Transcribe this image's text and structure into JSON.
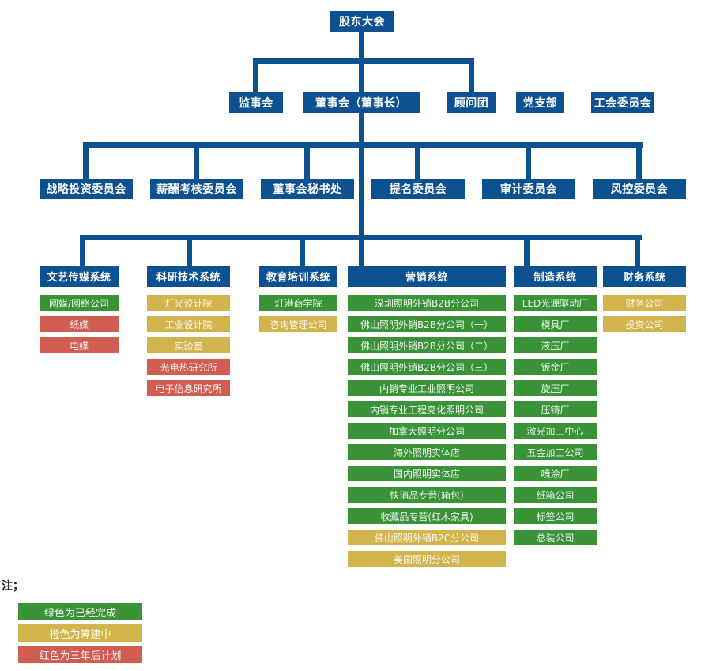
{
  "colors": {
    "blue": "#0d5191",
    "green": "#3b9339",
    "yellow": "#d2b44c",
    "red": "#d05c52"
  },
  "org": {
    "root": {
      "label": "股东大会"
    },
    "level2": [
      {
        "label": "监事会"
      },
      {
        "label": "董事会（董事长）"
      },
      {
        "label": "顾问团"
      },
      {
        "label": "党支部"
      },
      {
        "label": "工会委员会"
      }
    ],
    "committees": [
      {
        "label": "战略投资委员会"
      },
      {
        "label": "薪酬考核委员会"
      },
      {
        "label": "董事会秘书处"
      },
      {
        "label": "提名委员会"
      },
      {
        "label": "审计委员会"
      },
      {
        "label": "风控委员会"
      }
    ],
    "systems": [
      {
        "name": "文艺传媒系统",
        "children": [
          {
            "label": "网媒/网络公司",
            "status": "green"
          },
          {
            "label": "纸媒",
            "status": "red"
          },
          {
            "label": "电媒",
            "status": "red"
          }
        ]
      },
      {
        "name": "科研技术系统",
        "children": [
          {
            "label": "灯光设计院",
            "status": "yellow"
          },
          {
            "label": "工业设计院",
            "status": "yellow"
          },
          {
            "label": "实验室",
            "status": "yellow"
          },
          {
            "label": "光电热研究所",
            "status": "red"
          },
          {
            "label": "电子信息研究所",
            "status": "red"
          }
        ]
      },
      {
        "name": "教育培训系统",
        "children": [
          {
            "label": "灯港商学院",
            "status": "green"
          },
          {
            "label": "咨询管理公司",
            "status": "yellow"
          }
        ]
      },
      {
        "name": "营销系统",
        "children": [
          {
            "label": "深圳照明外销B2B分公司",
            "status": "green"
          },
          {
            "label": "佛山照明外销B2B分公司（一）",
            "status": "green"
          },
          {
            "label": "佛山照明外销B2B分公司（二）",
            "status": "green"
          },
          {
            "label": "佛山照明外销B2B分公司（三）",
            "status": "green"
          },
          {
            "label": "内销专业工业照明公司",
            "status": "green"
          },
          {
            "label": "内销专业工程亮化照明公司",
            "status": "green"
          },
          {
            "label": "加拿大照明分公司",
            "status": "green"
          },
          {
            "label": "海外照明实体店",
            "status": "green"
          },
          {
            "label": "国内照明实体店",
            "status": "green"
          },
          {
            "label": "快消品专营(箱包)",
            "status": "green"
          },
          {
            "label": "收藏品专营(红木家具)",
            "status": "green"
          },
          {
            "label": "佛山照明外销B2C分公司",
            "status": "yellow"
          },
          {
            "label": "美国照明分公司",
            "status": "yellow"
          }
        ]
      },
      {
        "name": "制造系统",
        "children": [
          {
            "label": "LED光源驱动厂",
            "status": "green"
          },
          {
            "label": "模具厂",
            "status": "green"
          },
          {
            "label": "液压厂",
            "status": "green"
          },
          {
            "label": "钣金厂",
            "status": "green"
          },
          {
            "label": "旋压厂",
            "status": "green"
          },
          {
            "label": "压铸厂",
            "status": "green"
          },
          {
            "label": "激光加工中心",
            "status": "green"
          },
          {
            "label": "五金加工公司",
            "status": "green"
          },
          {
            "label": "喷涂厂",
            "status": "green"
          },
          {
            "label": "纸箱公司",
            "status": "green"
          },
          {
            "label": "标签公司",
            "status": "green"
          },
          {
            "label": "总装公司",
            "status": "green"
          }
        ]
      },
      {
        "name": "财务系统",
        "children": [
          {
            "label": "财务公司",
            "status": "yellow"
          },
          {
            "label": "投资公司",
            "status": "yellow"
          }
        ]
      }
    ]
  },
  "legend": {
    "note": "注；",
    "items": [
      {
        "label": "绿色为已经完成",
        "status": "green"
      },
      {
        "label": "橙色为筹建中",
        "status": "yellow"
      },
      {
        "label": "红色为三年后计划",
        "status": "red"
      }
    ]
  }
}
